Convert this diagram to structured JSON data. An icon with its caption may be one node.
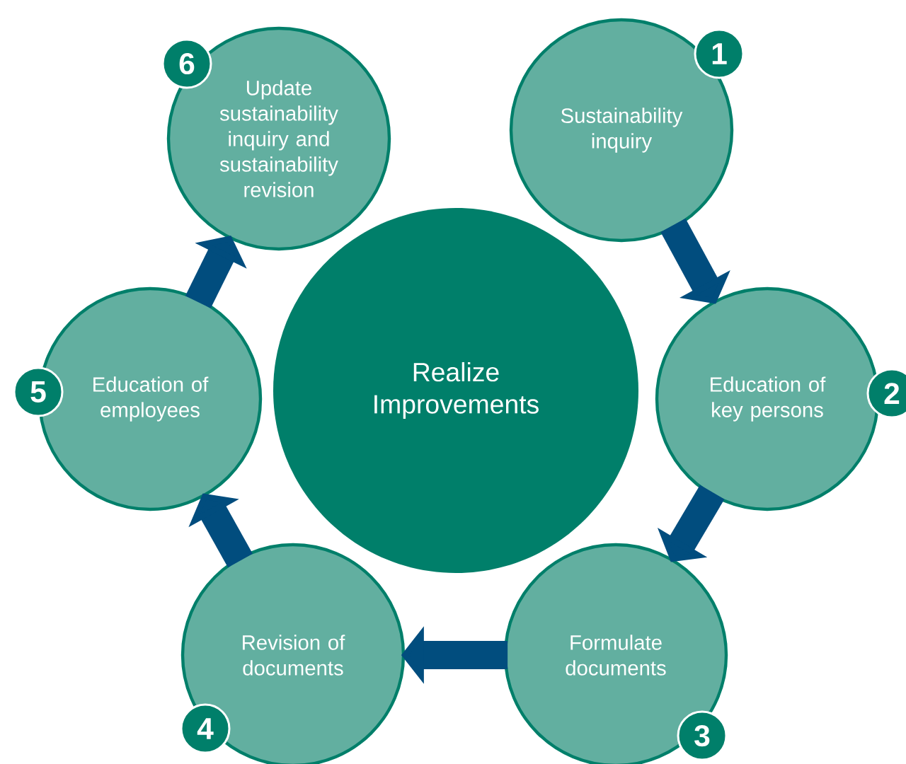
{
  "diagram": {
    "nodes": [
      {
        "text": [
          "Realize Improvements"
        ]
      },
      {
        "text": [
          "Sustainability inquiry"
        ]
      },
      {
        "text": [
          "Education of key persons"
        ]
      },
      {
        "text": [
          "Formulate documents"
        ]
      },
      {
        "text": [
          "Revision of documents"
        ]
      },
      {
        "text": [
          "Education of employees"
        ]
      },
      {
        "text": [
          "Update sustainability inquiry and sustainability revision"
        ]
      },
      {
        "text": [
          "1"
        ]
      },
      {
        "text": [
          "2"
        ]
      },
      {
        "text": [
          "3"
        ]
      },
      {
        "text": [
          "4"
        ]
      },
      {
        "text": [
          "5"
        ]
      },
      {
        "text": [
          "6"
        ]
      }
    ],
    "edges": [
      {
        "from": 1,
        "to": 2,
        "arrow": "to"
      },
      {
        "from": 2,
        "to": 3,
        "arrow": "to"
      },
      {
        "from": 3,
        "to": 4,
        "arrow": "to"
      },
      {
        "from": 4,
        "to": 5,
        "arrow": "to"
      },
      {
        "from": 5,
        "to": 6,
        "arrow": "to"
      }
    ]
  }
}
